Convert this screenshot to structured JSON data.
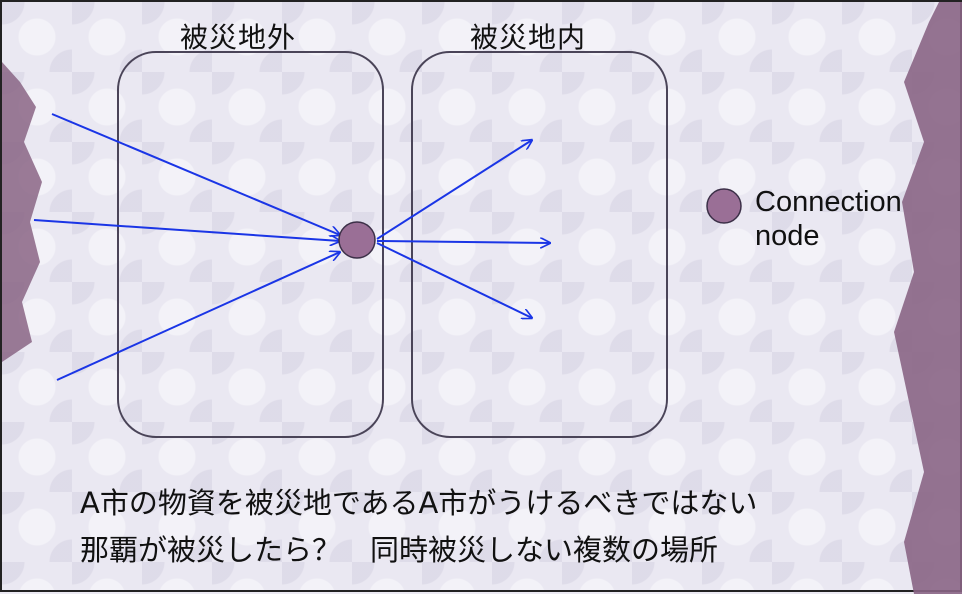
{
  "diagram": {
    "regions": {
      "outside": "被災地外",
      "inside": "被災地内"
    },
    "legend": {
      "line1": "Connection",
      "line2": "node"
    },
    "captions": {
      "line1": "A市の物資を被災地であるA市がうけるべきではない",
      "line2": "那覇が被災したら？　同時被災しない複数の場所"
    },
    "colors": {
      "node": "#9a6f96",
      "arrow": "#1a35e6",
      "region_border": "#4a4458",
      "edge_decoration": "#8a6585"
    }
  }
}
